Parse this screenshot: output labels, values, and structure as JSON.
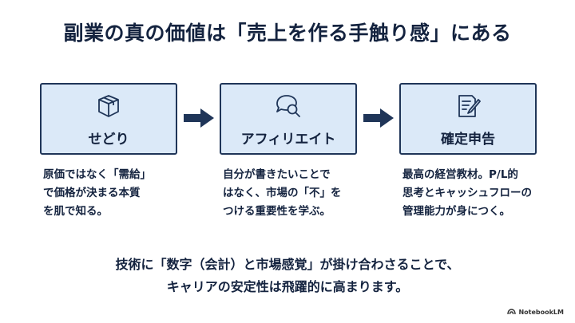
{
  "title": "副業の真の価値は「売上を作る手触り感」にある",
  "steps": [
    {
      "label": "せどり",
      "icon": "package-box-icon",
      "desc": [
        "原価ではなく「需給」",
        "で価格が決まる本質",
        "を肌で知る。"
      ]
    },
    {
      "label": "アフィリエイト",
      "icon": "chat-search-icon",
      "desc": [
        "自分が書きたいことで",
        "はなく、市場の「不」を",
        "つける重要性を学ぶ。"
      ]
    },
    {
      "label": "確定申告",
      "icon": "document-edit-icon",
      "desc": [
        "最高の経営教材。P/L的",
        "思考とキャッシュフローの",
        "管理能力が身につく。"
      ]
    }
  ],
  "summary": [
    "技術に「数字（会計）と市場感覚」が掛け合わさることで、",
    "キャリアの安定性は飛躍的に高まります。"
  ],
  "brand": "NotebookLM",
  "colors": {
    "card_fill": "#dbe9f8",
    "card_border": "#1f3558",
    "text": "#14233f",
    "arrow": "#1f3558"
  }
}
